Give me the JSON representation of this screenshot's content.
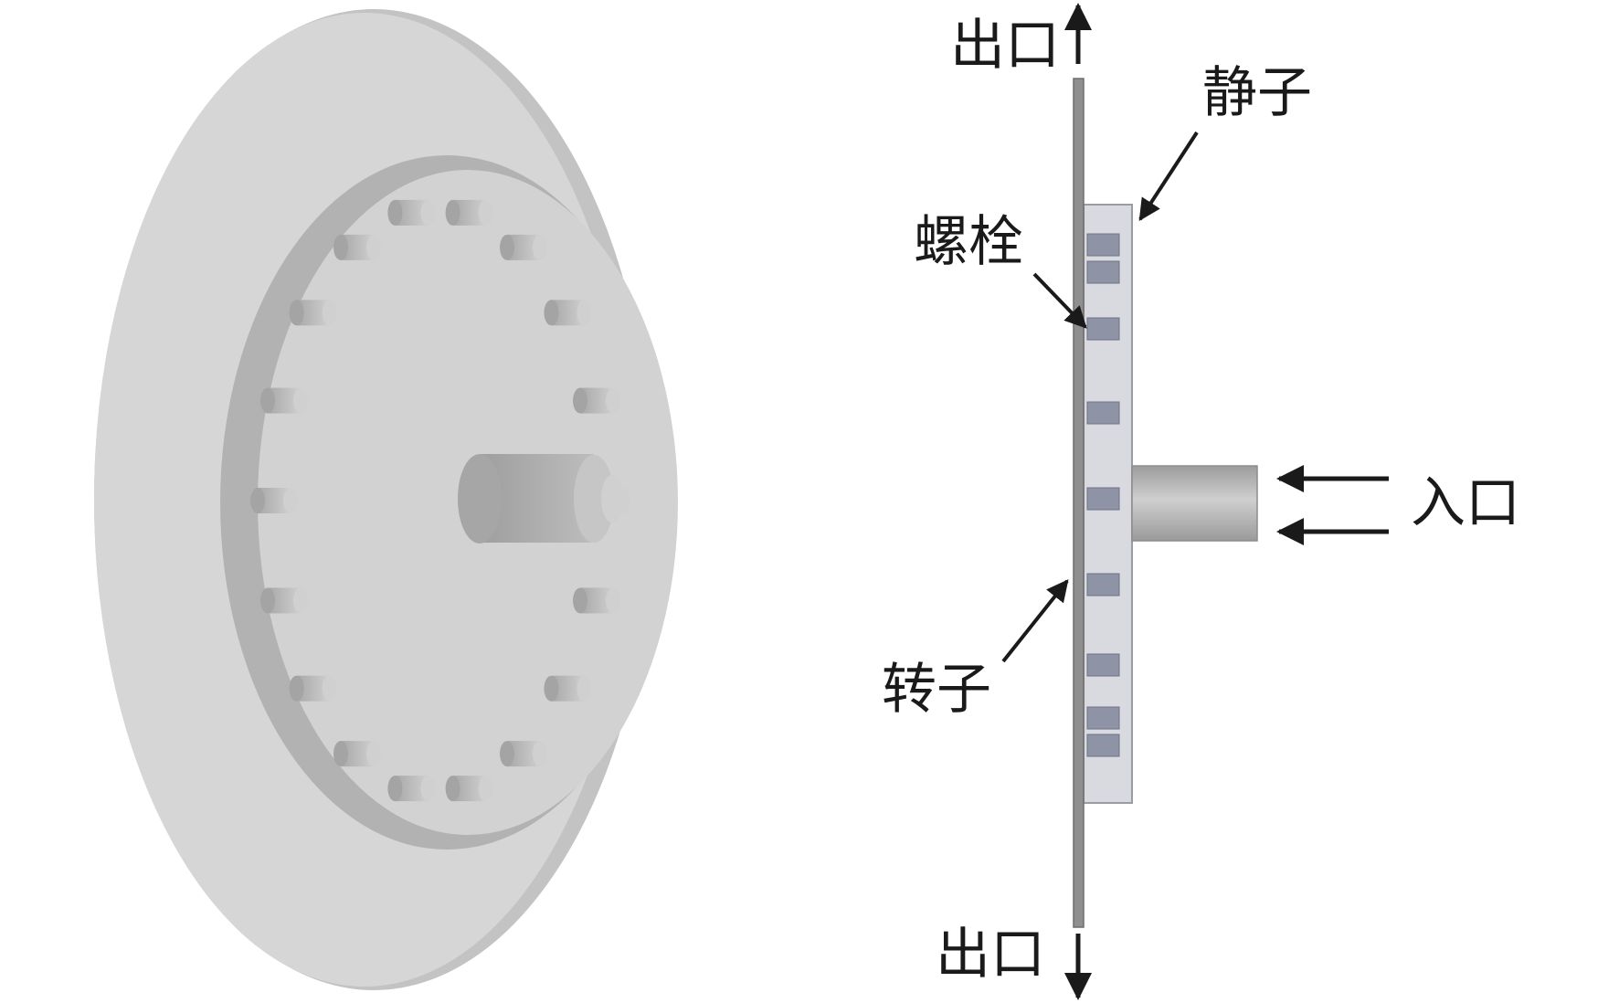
{
  "labels": {
    "outlet_top": "出口",
    "outlet_bottom": "出口",
    "stator": "静子",
    "bolt": "螺栓",
    "rotor": "转子",
    "inlet": "入口"
  },
  "colors": {
    "outer_disk": "#d4d4d4",
    "outer_disk_edge": "#bdbdbd",
    "inner_ring": "#b3b3b3",
    "inner_face": "#d2d2d2",
    "bolt": "#bcbcbc",
    "rotor_plate": "#8f8f8f",
    "stator_block": "#d7d9df",
    "side_bolt": "#8e93a5",
    "shaft": "#b8b8b8",
    "arrow": "#1a1a1a"
  },
  "bolt_count_3d": 18,
  "bolt_count_side": 9
}
